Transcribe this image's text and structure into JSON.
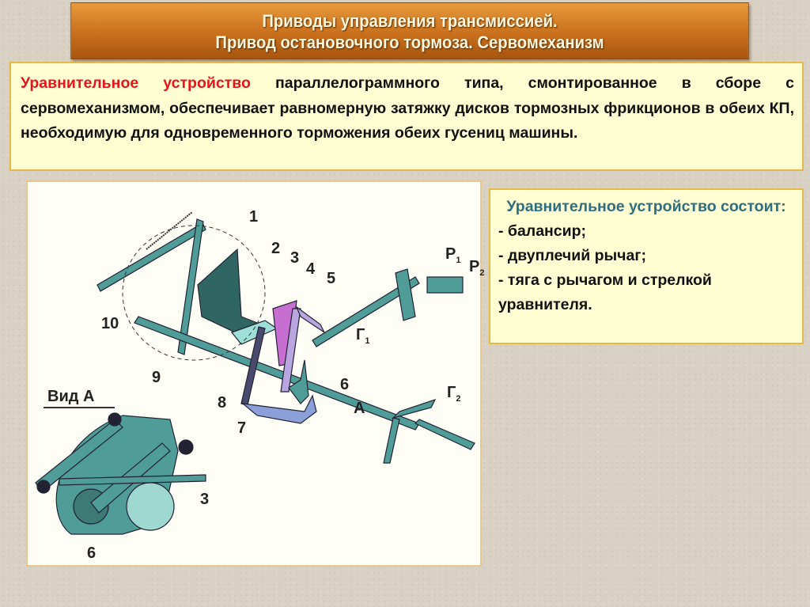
{
  "title": {
    "line1": "Приводы управления трансмиссией.",
    "line2": "Привод остановочного тормоза. Сервомеханизм"
  },
  "intro": {
    "highlight": "Уравнительное устройство",
    "text": " параллелограммного типа, смонтированное в сборе с сервомеханизмом, обеспечивает равномерную затяжку дисков тормозных фрикционов в обеих КП, необходимую для одновременного торможения обеих гусениц машины."
  },
  "figure": {
    "labels": {
      "n1": "1",
      "n2": "2",
      "n3": "3",
      "n4": "4",
      "n5": "5",
      "n6": "6",
      "n7": "7",
      "n8": "8",
      "n9": "9",
      "n10": "10",
      "a": "А",
      "g1": "Г",
      "g1sub": "1",
      "g2": "Г",
      "g2sub": "2",
      "p1": "P",
      "p1sub": "1",
      "p2": "P",
      "p2sub": "2",
      "view": "Вид А",
      "v3": "3",
      "v6": "6"
    }
  },
  "composition": {
    "heading": "Уравнительное устройство состоит:",
    "items": [
      "- балансир;",
      "- двуплечий рычаг;",
      "- тяга с рычагом и стрелкой уравнителя."
    ]
  },
  "colors": {
    "accent": "#e8141a",
    "heading": "#2f6e80",
    "part": "#4f9c98"
  }
}
